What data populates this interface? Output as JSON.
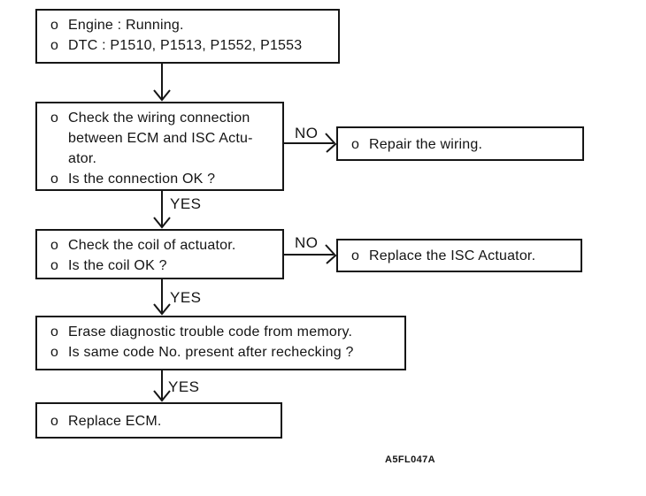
{
  "figure_code": "A5FL047A",
  "labels": {
    "bullet": "o"
  },
  "flowchart": {
    "nodes": [
      {
        "id": "preconditions",
        "items": [
          "Engine : Running.",
          "DTC : P1510, P1513, P1552, P1553"
        ]
      },
      {
        "id": "check-wiring",
        "items": [
          "Check the wiring connection\nbetween ECM and ISC Actu-\nator.",
          "Is the connection OK ?"
        ]
      },
      {
        "id": "repair-wiring",
        "items": [
          "Repair the wiring."
        ]
      },
      {
        "id": "check-coil",
        "items": [
          "Check the coil of actuator.",
          "Is the coil OK ?"
        ]
      },
      {
        "id": "replace-isc",
        "items": [
          "Replace the ISC Actuator."
        ]
      },
      {
        "id": "erase-dtc",
        "items": [
          "Erase diagnostic trouble code from memory.",
          "Is same code No. present after rechecking ?"
        ]
      },
      {
        "id": "replace-ecm",
        "items": [
          "Replace ECM."
        ]
      }
    ],
    "edges": [
      {
        "from": "preconditions",
        "to": "check-wiring",
        "label": ""
      },
      {
        "from": "check-wiring",
        "to": "repair-wiring",
        "label": "NO"
      },
      {
        "from": "check-wiring",
        "to": "check-coil",
        "label": "YES"
      },
      {
        "from": "check-coil",
        "to": "replace-isc",
        "label": "NO"
      },
      {
        "from": "check-coil",
        "to": "erase-dtc",
        "label": "YES"
      },
      {
        "from": "erase-dtc",
        "to": "replace-ecm",
        "label": "YES"
      }
    ]
  }
}
